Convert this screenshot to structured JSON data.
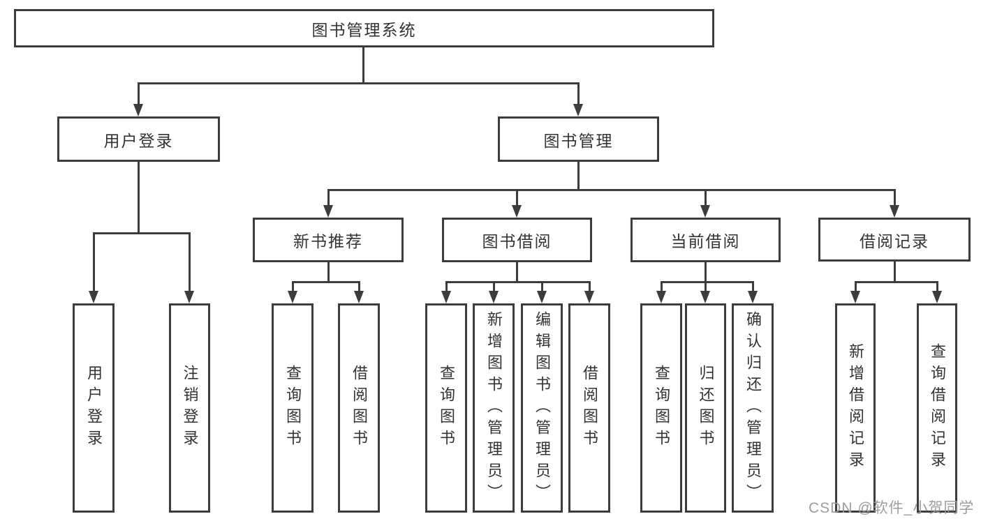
{
  "diagram": {
    "title": "图书管理系统",
    "root": {
      "label": "图书管理系统"
    },
    "level2": [
      {
        "label": "用户登录"
      },
      {
        "label": "图书管理"
      }
    ],
    "level3": [
      {
        "label": "新书推荐",
        "parent": "图书管理"
      },
      {
        "label": "图书借阅",
        "parent": "图书管理"
      },
      {
        "label": "当前借阅",
        "parent": "图书管理"
      },
      {
        "label": "借阅记录",
        "parent": "图书管理"
      }
    ],
    "leaves": [
      {
        "label": "用户登录",
        "parent": "用户登录"
      },
      {
        "label": "注销登录",
        "parent": "用户登录"
      },
      {
        "label": "查询图书",
        "parent": "新书推荐"
      },
      {
        "label": "借阅图书",
        "parent": "新书推荐"
      },
      {
        "label": "查询图书",
        "parent": "图书借阅"
      },
      {
        "label": "新增图书（管理员）",
        "parent": "图书借阅"
      },
      {
        "label": "编辑图书（管理员）",
        "parent": "图书借阅"
      },
      {
        "label": "借阅图书",
        "parent": "图书借阅"
      },
      {
        "label": "查询图书",
        "parent": "当前借阅"
      },
      {
        "label": "归还图书",
        "parent": "当前借阅"
      },
      {
        "label": "确认归还（管理员）",
        "parent": "当前借阅"
      },
      {
        "label": "新增借阅记录",
        "parent": "借阅记录"
      },
      {
        "label": "查询借阅记录",
        "parent": "借阅记录"
      }
    ],
    "watermark": "CSDN @软件_小贺同学",
    "colors": {
      "line": "#3c3c3c",
      "border": "#3c3c3c",
      "text": "#333333",
      "watermark": "#9d9d9d",
      "background": "#ffffff"
    }
  }
}
